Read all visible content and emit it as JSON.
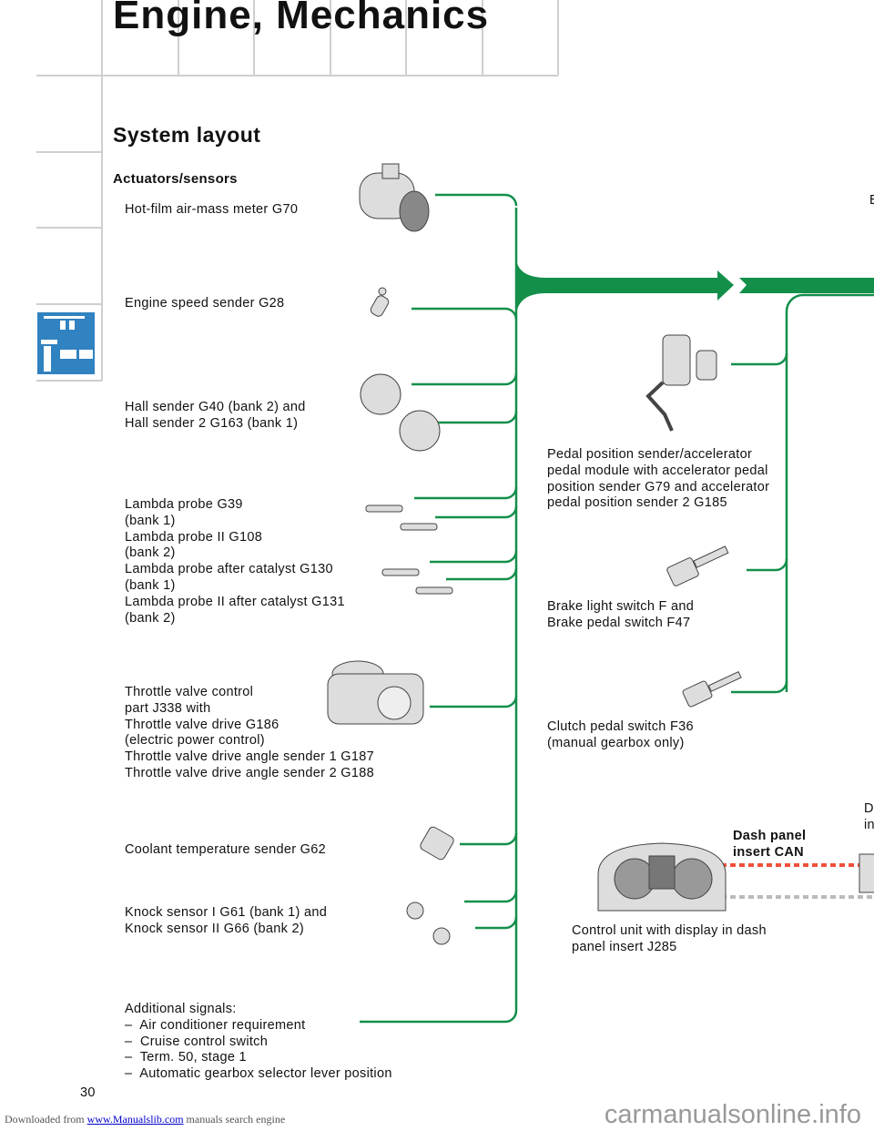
{
  "header": {
    "title": "Engine, Mechanics"
  },
  "page": {
    "subtitle": "System layout",
    "section": "Actuators/sensors",
    "page_number": "30"
  },
  "sensors": [
    {
      "label": "Hot-film air-mass meter G70"
    },
    {
      "label": "Engine speed sender G28"
    },
    {
      "label": "Hall sender G40 (bank 2) and\nHall sender 2 G163 (bank 1)"
    },
    {
      "label": "Lambda probe G39\n(bank 1)\nLambda probe II G108\n(bank 2)\nLambda probe after catalyst G130\n(bank 1)\nLambda probe II after catalyst G131\n(bank 2)"
    },
    {
      "label": "Throttle valve control\npart J338 with\nThrottle valve drive G186\n(electric power control)\nThrottle valve drive angle sender 1 G187\nThrottle valve drive angle sender 2 G188"
    },
    {
      "label": "Coolant temperature sender G62"
    },
    {
      "label": "Knock sensor I G61 (bank 1) and\nKnock sensor II G66 (bank 2)"
    },
    {
      "label": "Additional signals:\n–  Air conditioner requirement\n–  Cruise control switch\n–  Term. 50, stage 1\n–  Automatic gearbox selector lever position"
    }
  ],
  "right_components": [
    {
      "label": "Pedal position sender/accelerator\npedal module with accelerator pedal\nposition sender G79 and accelerator\npedal position sender 2 G185"
    },
    {
      "label": "Brake light switch F and\nBrake pedal switch F47"
    },
    {
      "label": "Clutch pedal switch F36\n(manual gearbox only)"
    },
    {
      "label": "Control unit with display in dash\npanel insert J285"
    }
  ],
  "can": {
    "label": "Dash panel\ninsert CAN"
  },
  "cut_text": {
    "top": "E",
    "bottom": "D\nin"
  },
  "footer": {
    "prefix": "Downloaded from ",
    "link": "www.Manualslib.com",
    "suffix": "  manuals search engine",
    "watermark": "carmanualsonline.info"
  },
  "colors": {
    "bus": "#138f4a",
    "can_red": "#f0503c",
    "grid": "#cccccc",
    "icon_blue": "#3182c0"
  }
}
